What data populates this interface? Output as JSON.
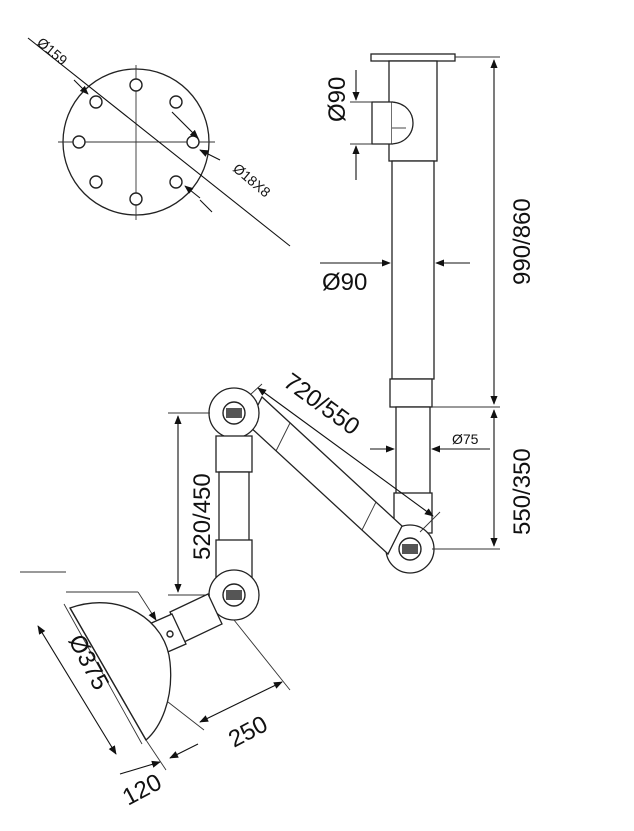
{
  "labels": {
    "flange_pcd": "Ø159",
    "bolt_holes": "Ø18X8",
    "top_outlet_dia": "Ø90",
    "main_tube_dia": "Ø90",
    "total_height": "990/860",
    "arm_length": "720/550",
    "arm_tube_dia": "Ø75",
    "lower_height": "550/350",
    "vertical_arm": "520/450",
    "hood_dia": "Ø375",
    "hood_offset": "250",
    "hood_depth": "120"
  }
}
